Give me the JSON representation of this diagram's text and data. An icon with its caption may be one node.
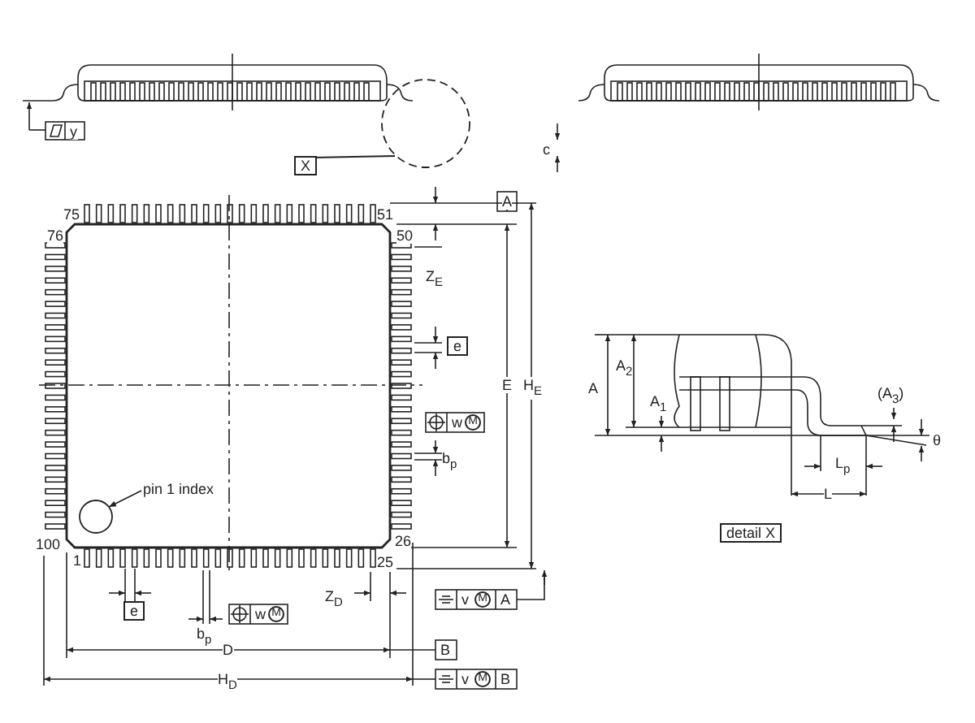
{
  "diagram": {
    "nodes": [
      {
        "text": [
          "X"
        ]
      },
      {
        "text": [],
        "shape": "circle"
      },
      {
        "text": [
          "pin 1  index"
        ]
      },
      {
        "text": [],
        "shape": "circle"
      },
      {
        "text": [
          "e"
        ]
      },
      {
        "text": [
          "e"
        ]
      }
    ],
    "edges": [
      {
        "from": 0,
        "to": 1,
        "arrow": "none"
      },
      {
        "from": 2,
        "to": 3,
        "arrow": "to"
      }
    ],
    "labels": [
      "y",
      "c",
      "A",
      "75",
      "51",
      "76",
      "50",
      "Z$_{E}$",
      "E",
      "H$_{E}$",
      "w",
      "M",
      "b$_{p}$",
      "100",
      "26",
      "1",
      "25",
      "b$_{p}$",
      "w",
      "M",
      "Z$_{D}$",
      "v",
      "M",
      "A",
      "D",
      "B",
      "H$_{D}$",
      "v",
      "M",
      "B",
      "A",
      "A$_{2}$",
      "A$_{1}$",
      "(A$_{3}$)",
      "θ",
      "L$_{p}$",
      "L",
      "detail X"
    ]
  }
}
